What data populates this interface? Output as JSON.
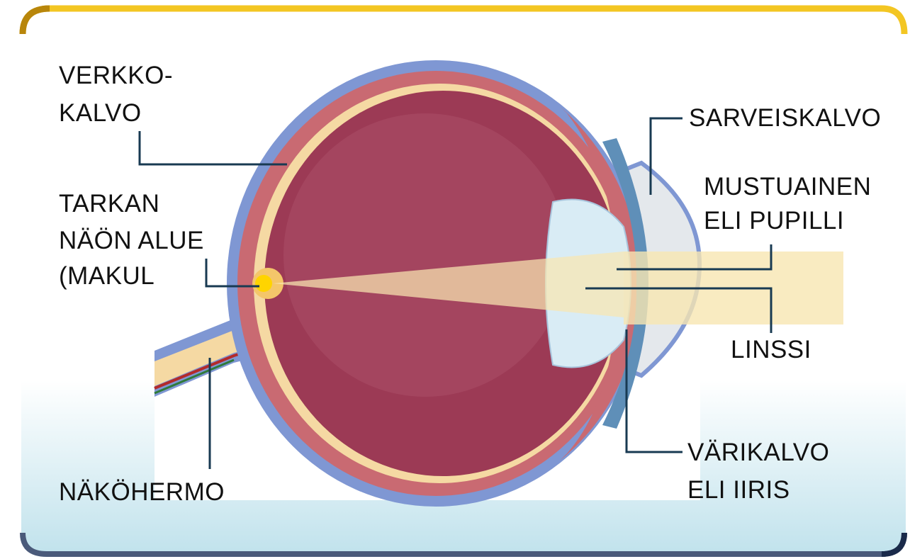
{
  "diagram": {
    "labels": {
      "retina_1": "VERKKO-",
      "retina_2": "KALVO",
      "cornea": "SARVEISKALVO",
      "pupil_1": "MUSTUAINEN",
      "pupil_2": "ELI PUPILLI",
      "macula_1": "TARKAN",
      "macula_2": "NÄÖN ALUE",
      "macula_3": "(MAKUL",
      "lens": "LINSSI",
      "iris_1": "VÄRIKALVO",
      "iris_2": "ELI IIRIS",
      "optic_nerve": "NÄKÖHERMO"
    }
  },
  "colors": {
    "frame_gold": "#f3c623",
    "frame_gold_dark": "#b8860b",
    "frame_bottom": "#4a5a7a",
    "bg_gradient_bottom": "#c0e2ec",
    "sclera": "#7f97d3",
    "choroid": "#c96a72",
    "retina": "#f5d9a3",
    "vitreous": "#9c3a55",
    "lens": "#d9ecf5",
    "light_beam": "#f8e6b2",
    "leader_line": "#183a52"
  }
}
